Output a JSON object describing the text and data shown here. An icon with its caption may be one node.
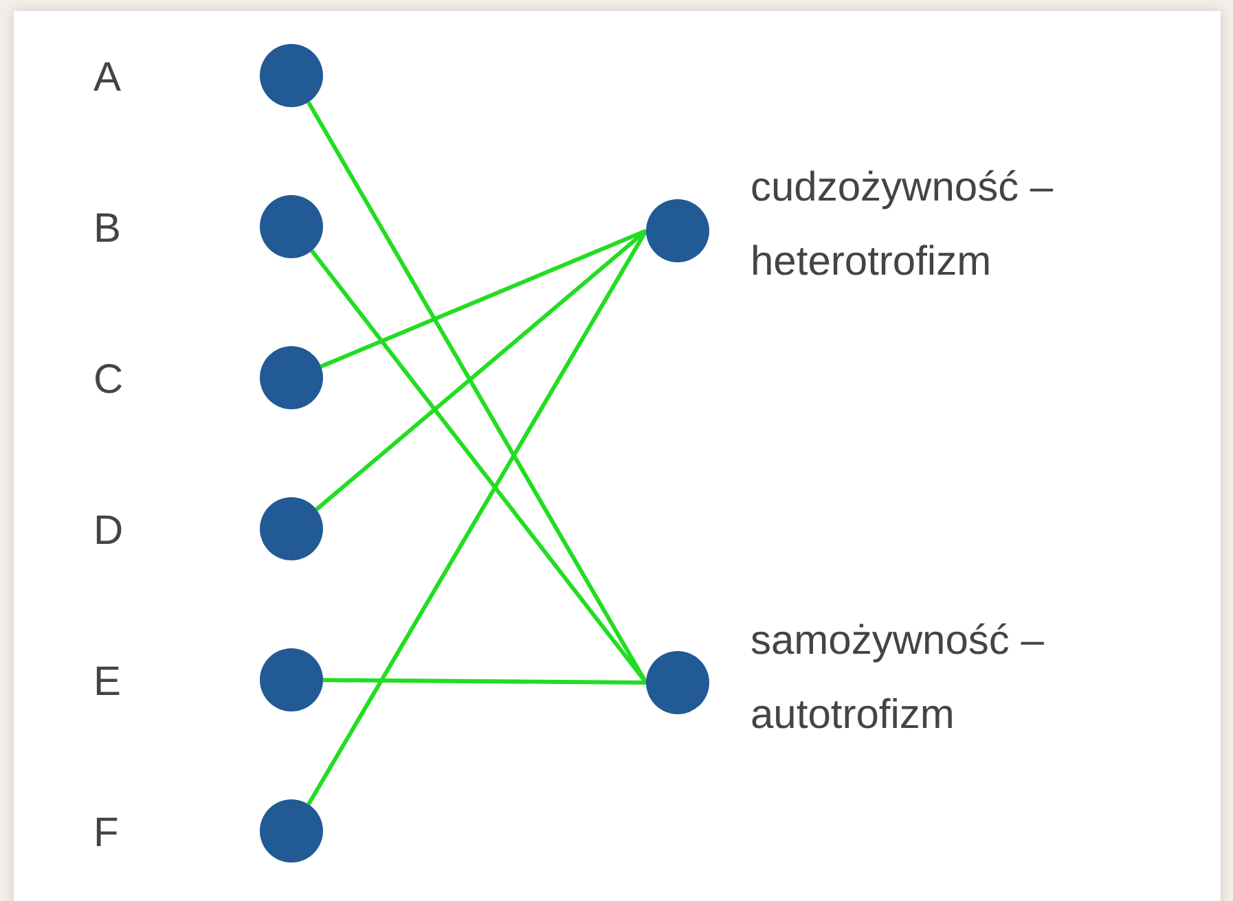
{
  "diagram": {
    "nodes": [
      {
        "text": [],
        "shape": "circle",
        "beside": [
          "A"
        ]
      },
      {
        "text": [],
        "shape": "circle",
        "beside": [
          "B"
        ]
      },
      {
        "text": [],
        "shape": "circle",
        "beside": [
          "C"
        ]
      },
      {
        "text": [],
        "shape": "circle",
        "beside": [
          "D"
        ]
      },
      {
        "text": [],
        "shape": "circle",
        "beside": [
          "E"
        ]
      },
      {
        "text": [],
        "shape": "circle",
        "beside": [
          "F"
        ]
      },
      {
        "text": [],
        "shape": "circle",
        "beside": [
          "cudzożywność – heterotrofizm"
        ]
      },
      {
        "text": [],
        "shape": "circle",
        "beside": [
          "samożywność – autotrofizm"
        ]
      }
    ],
    "edges": [
      {
        "from": 0,
        "to": 7,
        "arrow": "none"
      },
      {
        "from": 1,
        "to": 7,
        "arrow": "none"
      },
      {
        "from": 2,
        "to": 6,
        "arrow": "none"
      },
      {
        "from": 3,
        "to": 6,
        "arrow": "none"
      },
      {
        "from": 4,
        "to": 7,
        "arrow": "none"
      },
      {
        "from": 5,
        "to": 6,
        "arrow": "none"
      }
    ]
  }
}
